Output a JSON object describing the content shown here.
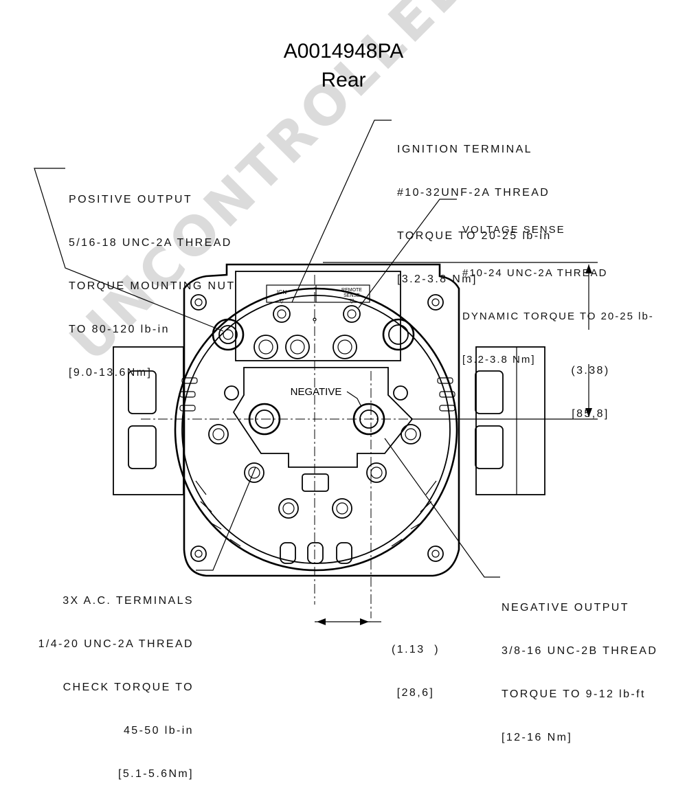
{
  "drawing": {
    "part_number": "A0014948PA",
    "view": "Rear",
    "watermark": "UNCONTROLLED COPY"
  },
  "labels": {
    "ign": "IGN",
    "remote_sense_1": "REMOTE",
    "remote_sense_2": "SENSE",
    "negative": "NEGATIVE"
  },
  "callouts": {
    "ignition_terminal": [
      "IGNITION TERMINAL",
      "#10-32UNF-2A THREAD",
      "TORQUE TO 20-25 lb-in",
      "[3.2-3.8 Nm]"
    ],
    "positive_output": [
      "POSITIVE OUTPUT",
      "5/16-18 UNC-2A THREAD",
      "TORQUE MOUNTING NUT",
      "TO 80-120 lb-in",
      "[9.0-13.6Nm]"
    ],
    "voltage_sense": [
      "VOLTAGE SENSE",
      "#10-24 UNC-2A THREAD",
      "DYNAMIC TORQUE TO 20-25 lb-",
      "[3.2-3.8 Nm]"
    ],
    "ac_terminals": [
      "3X A.C. TERMINALS",
      "1/4-20 UNC-2A THREAD",
      "CHECK TORQUE TO",
      "45-50 lb-in",
      "[5.1-5.6Nm]"
    ],
    "negative_output": [
      "NEGATIVE OUTPUT",
      "3/8-16 UNC-2B THREAD",
      "TORQUE TO 9-12 lb-ft",
      "[12-16 Nm]"
    ]
  },
  "dimensions": {
    "vertical": {
      "inch": "(3.38)",
      "mm": "[85,8]"
    },
    "horizontal": {
      "inch": "(1.13  )",
      "mm": "[28,6]"
    }
  }
}
